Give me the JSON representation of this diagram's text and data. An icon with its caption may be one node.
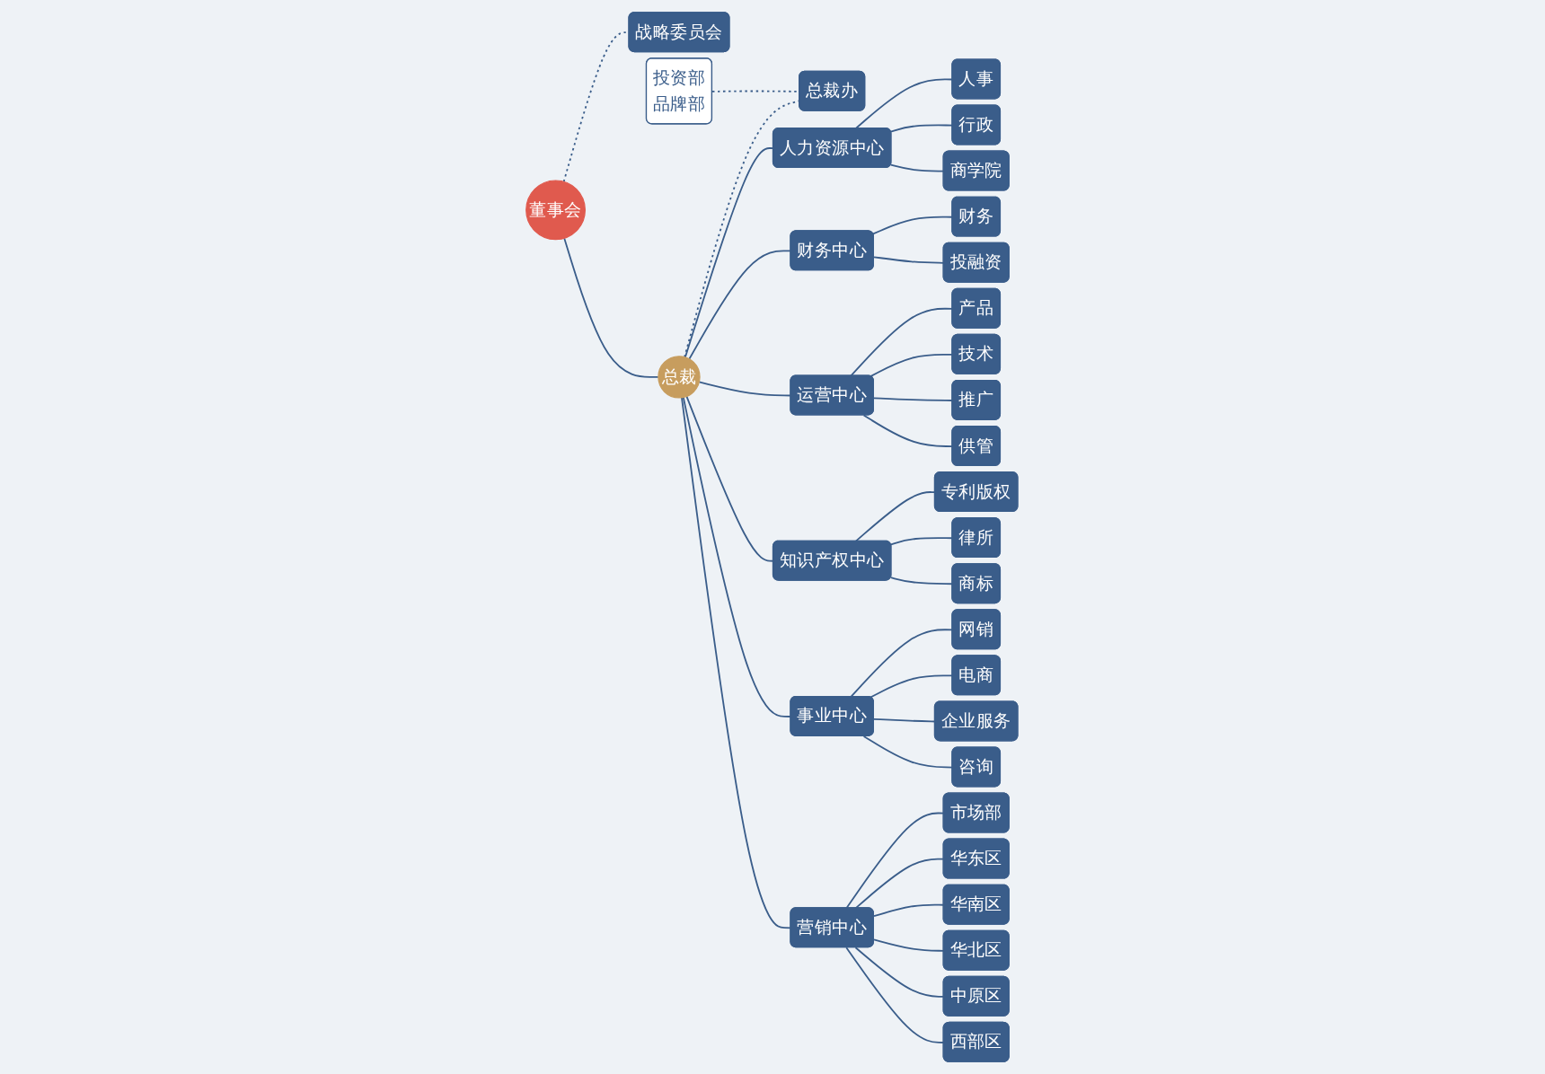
{
  "diagram": {
    "nodes": [
      {
        "text": [
          "董事会"
        ]
      },
      {
        "text": [
          "战略委员会"
        ]
      },
      {
        "text": [
          "总裁"
        ]
      },
      {
        "text": [
          "投资部",
          "品牌部"
        ]
      },
      {
        "text": [
          "总裁办"
        ]
      },
      {
        "text": [
          "人力资源中心"
        ]
      },
      {
        "text": [
          "财务中心"
        ]
      },
      {
        "text": [
          "运营中心"
        ]
      },
      {
        "text": [
          "知识产权中心"
        ]
      },
      {
        "text": [
          "事业中心"
        ]
      },
      {
        "text": [
          "营销中心"
        ]
      },
      {
        "text": [
          "人事"
        ]
      },
      {
        "text": [
          "行政"
        ]
      },
      {
        "text": [
          "商学院"
        ]
      },
      {
        "text": [
          "财务"
        ]
      },
      {
        "text": [
          "投融资"
        ]
      },
      {
        "text": [
          "产品"
        ]
      },
      {
        "text": [
          "技术"
        ]
      },
      {
        "text": [
          "推广"
        ]
      },
      {
        "text": [
          "供管"
        ]
      },
      {
        "text": [
          "专利版权"
        ]
      },
      {
        "text": [
          "律所"
        ]
      },
      {
        "text": [
          "商标"
        ]
      },
      {
        "text": [
          "网销"
        ]
      },
      {
        "text": [
          "电商"
        ]
      },
      {
        "text": [
          "企业服务"
        ]
      },
      {
        "text": [
          "咨询"
        ]
      },
      {
        "text": [
          "市场部"
        ]
      },
      {
        "text": [
          "华东区"
        ]
      },
      {
        "text": [
          "华南区"
        ]
      },
      {
        "text": [
          "华北区"
        ]
      },
      {
        "text": [
          "中原区"
        ]
      },
      {
        "text": [
          "西部区"
        ]
      }
    ],
    "edges": [
      {
        "from": 0,
        "to": 2,
        "arrow": "none"
      },
      {
        "from": 0,
        "to": 1,
        "arrow": "none",
        "style": "dashed"
      },
      {
        "from": 3,
        "to": 4,
        "arrow": "none",
        "style": "dashed"
      },
      {
        "from": 2,
        "to": 4,
        "arrow": "none",
        "style": "dashed"
      },
      {
        "from": 2,
        "to": 5,
        "arrow": "none"
      },
      {
        "from": 2,
        "to": 6,
        "arrow": "none"
      },
      {
        "from": 2,
        "to": 7,
        "arrow": "none"
      },
      {
        "from": 2,
        "to": 8,
        "arrow": "none"
      },
      {
        "from": 2,
        "to": 9,
        "arrow": "none"
      },
      {
        "from": 2,
        "to": 10,
        "arrow": "none"
      },
      {
        "from": 5,
        "to": 11,
        "arrow": "none"
      },
      {
        "from": 5,
        "to": 12,
        "arrow": "none"
      },
      {
        "from": 5,
        "to": 13,
        "arrow": "none"
      },
      {
        "from": 6,
        "to": 14,
        "arrow": "none"
      },
      {
        "from": 6,
        "to": 15,
        "arrow": "none"
      },
      {
        "from": 7,
        "to": 16,
        "arrow": "none"
      },
      {
        "from": 7,
        "to": 17,
        "arrow": "none"
      },
      {
        "from": 7,
        "to": 18,
        "arrow": "none"
      },
      {
        "from": 7,
        "to": 19,
        "arrow": "none"
      },
      {
        "from": 8,
        "to": 20,
        "arrow": "none"
      },
      {
        "from": 8,
        "to": 21,
        "arrow": "none"
      },
      {
        "from": 8,
        "to": 22,
        "arrow": "none"
      },
      {
        "from": 9,
        "to": 23,
        "arrow": "none"
      },
      {
        "from": 9,
        "to": 24,
        "arrow": "none"
      },
      {
        "from": 9,
        "to": 25,
        "arrow": "none"
      },
      {
        "from": 9,
        "to": 26,
        "arrow": "none"
      },
      {
        "from": 10,
        "to": 27,
        "arrow": "none"
      },
      {
        "from": 10,
        "to": 28,
        "arrow": "none"
      },
      {
        "from": 10,
        "to": 29,
        "arrow": "none"
      },
      {
        "from": 10,
        "to": 30,
        "arrow": "none"
      },
      {
        "from": 10,
        "to": 31,
        "arrow": "none"
      },
      {
        "from": 10,
        "to": 32,
        "arrow": "none"
      }
    ]
  }
}
